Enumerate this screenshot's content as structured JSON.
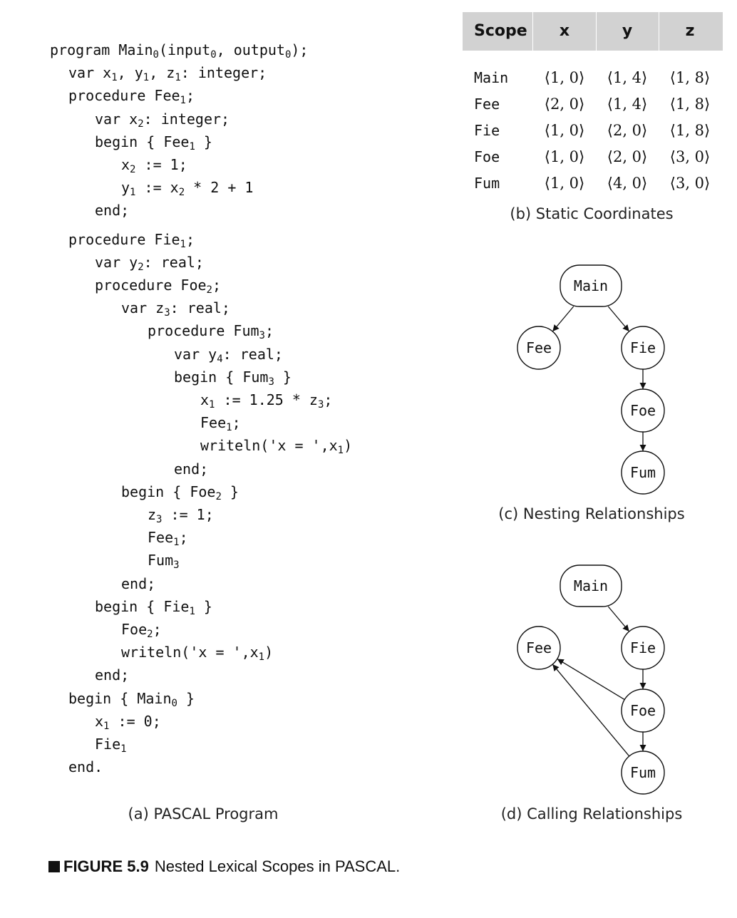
{
  "code_lines": [
    {
      "indent": 0,
      "parts": [
        [
          "program Main"
        ],
        [
          "0",
          "sub"
        ],
        [
          "(input"
        ],
        [
          "0",
          "sub"
        ],
        [
          ", output"
        ],
        [
          "0",
          "sub"
        ],
        [
          ");"
        ]
      ]
    },
    {
      "indent": 1,
      "parts": [
        [
          "var x"
        ],
        [
          "1",
          "sub"
        ],
        [
          ", y"
        ],
        [
          "1",
          "sub"
        ],
        [
          ", z"
        ],
        [
          "1",
          "sub"
        ],
        [
          ": integer;"
        ]
      ]
    },
    {
      "indent": 1,
      "parts": [
        [
          "procedure Fee"
        ],
        [
          "1",
          "sub"
        ],
        [
          ";"
        ]
      ]
    },
    {
      "indent": 2,
      "parts": [
        [
          "var x"
        ],
        [
          "2",
          "sub"
        ],
        [
          ": integer;"
        ]
      ]
    },
    {
      "indent": 2,
      "parts": [
        [
          "begin { Fee"
        ],
        [
          "1",
          "sub"
        ],
        [
          " }"
        ]
      ]
    },
    {
      "indent": 3,
      "parts": [
        [
          "x"
        ],
        [
          "2",
          "sub"
        ],
        [
          " := 1;"
        ]
      ]
    },
    {
      "indent": 3,
      "parts": [
        [
          "y"
        ],
        [
          "1",
          "sub"
        ],
        [
          " := x"
        ],
        [
          "2",
          "sub"
        ],
        [
          " * 2 + 1"
        ]
      ]
    },
    {
      "indent": 2,
      "parts": [
        [
          "end;"
        ]
      ]
    },
    {
      "indent": 1,
      "gap": true,
      "parts": [
        [
          "procedure Fie"
        ],
        [
          "1",
          "sub"
        ],
        [
          ";"
        ]
      ]
    },
    {
      "indent": 2,
      "parts": [
        [
          "var y"
        ],
        [
          "2",
          "sub"
        ],
        [
          ": real;"
        ]
      ]
    },
    {
      "indent": 2,
      "parts": [
        [
          "procedure Foe"
        ],
        [
          "2",
          "sub"
        ],
        [
          ";"
        ]
      ]
    },
    {
      "indent": 3,
      "parts": [
        [
          "var z"
        ],
        [
          "3",
          "sub"
        ],
        [
          ": real;"
        ]
      ]
    },
    {
      "indent": 4,
      "parts": [
        [
          "procedure Fum"
        ],
        [
          "3",
          "sub"
        ],
        [
          ";"
        ]
      ]
    },
    {
      "indent": 5,
      "parts": [
        [
          "var y"
        ],
        [
          "4",
          "sub"
        ],
        [
          ": real;"
        ]
      ]
    },
    {
      "indent": 5,
      "parts": [
        [
          "begin { Fum"
        ],
        [
          "3",
          "sub"
        ],
        [
          " }"
        ]
      ]
    },
    {
      "indent": 6,
      "parts": [
        [
          "x"
        ],
        [
          "1",
          "sub"
        ],
        [
          " := 1.25 * z"
        ],
        [
          "3",
          "sub"
        ],
        [
          ";"
        ]
      ]
    },
    {
      "indent": 6,
      "parts": [
        [
          "Fee"
        ],
        [
          "1",
          "sub"
        ],
        [
          ";"
        ]
      ]
    },
    {
      "indent": 6,
      "parts": [
        [
          "writeln('x = ',x"
        ],
        [
          "1",
          "sub"
        ],
        [
          ")"
        ]
      ]
    },
    {
      "indent": 5,
      "parts": [
        [
          "end;"
        ]
      ]
    },
    {
      "indent": 3,
      "parts": [
        [
          "begin { Foe"
        ],
        [
          "2",
          "sub"
        ],
        [
          " }"
        ]
      ]
    },
    {
      "indent": 4,
      "parts": [
        [
          "z"
        ],
        [
          "3",
          "sub"
        ],
        [
          " := 1;"
        ]
      ]
    },
    {
      "indent": 4,
      "parts": [
        [
          "Fee"
        ],
        [
          "1",
          "sub"
        ],
        [
          ";"
        ]
      ]
    },
    {
      "indent": 4,
      "parts": [
        [
          "Fum"
        ],
        [
          "3",
          "sub"
        ]
      ]
    },
    {
      "indent": 3,
      "parts": [
        [
          "end;"
        ]
      ]
    },
    {
      "indent": 2,
      "parts": [
        [
          "begin { Fie"
        ],
        [
          "1",
          "sub"
        ],
        [
          " }"
        ]
      ]
    },
    {
      "indent": 3,
      "parts": [
        [
          "Foe"
        ],
        [
          "2",
          "sub"
        ],
        [
          ";"
        ]
      ]
    },
    {
      "indent": 3,
      "parts": [
        [
          "writeln('x = ',x"
        ],
        [
          "1",
          "sub"
        ],
        [
          ")"
        ]
      ]
    },
    {
      "indent": 2,
      "parts": [
        [
          "end;"
        ]
      ]
    },
    {
      "indent": 1,
      "parts": [
        [
          "begin { Main"
        ],
        [
          "0",
          "sub"
        ],
        [
          " }"
        ]
      ]
    },
    {
      "indent": 2,
      "parts": [
        [
          "x"
        ],
        [
          "1",
          "sub"
        ],
        [
          " := 0;"
        ]
      ]
    },
    {
      "indent": 2,
      "parts": [
        [
          "Fie"
        ],
        [
          "1",
          "sub"
        ]
      ]
    },
    {
      "indent": 1,
      "parts": [
        [
          "end."
        ]
      ]
    }
  ],
  "captions": {
    "a": "(a) PASCAL Program",
    "b": "(b) Static Coordinates",
    "c": "(c) Nesting Relationships",
    "d": "(d) Calling Relationships"
  },
  "table": {
    "headers": [
      "Scope",
      "x",
      "y",
      "z"
    ],
    "rows": [
      {
        "scope": "Main",
        "x": "⟨1, 0⟩",
        "y": "⟨1, 4⟩",
        "z": "⟨1, 8⟩"
      },
      {
        "scope": "Fee",
        "x": "⟨2, 0⟩",
        "y": "⟨1, 4⟩",
        "z": "⟨1, 8⟩"
      },
      {
        "scope": "Fie",
        "x": "⟨1, 0⟩",
        "y": "⟨2, 0⟩",
        "z": "⟨1, 8⟩"
      },
      {
        "scope": "Foe",
        "x": "⟨1, 0⟩",
        "y": "⟨2, 0⟩",
        "z": "⟨3, 0⟩"
      },
      {
        "scope": "Fum",
        "x": "⟨1, 0⟩",
        "y": "⟨4, 0⟩",
        "z": "⟨3, 0⟩"
      }
    ]
  },
  "nesting_graph": {
    "nodes": [
      "Main",
      "Fee",
      "Fie",
      "Foe",
      "Fum"
    ],
    "edges": [
      [
        "Main",
        "Fee"
      ],
      [
        "Main",
        "Fie"
      ],
      [
        "Fie",
        "Foe"
      ],
      [
        "Foe",
        "Fum"
      ]
    ]
  },
  "calling_graph": {
    "nodes": [
      "Main",
      "Fee",
      "Fie",
      "Foe",
      "Fum"
    ],
    "edges": [
      [
        "Main",
        "Fie"
      ],
      [
        "Fie",
        "Foe"
      ],
      [
        "Foe",
        "Fee"
      ],
      [
        "Foe",
        "Fum"
      ],
      [
        "Fum",
        "Fee"
      ]
    ]
  },
  "figure": {
    "label": "FIGURE 5.9",
    "title": "Nested Lexical Scopes in PASCAL."
  }
}
